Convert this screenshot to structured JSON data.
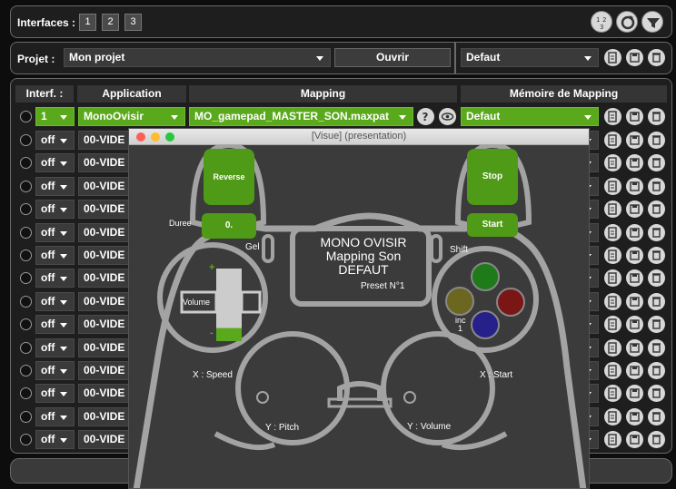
{
  "interfaces": {
    "label": "Interfaces :",
    "buttons": [
      "1",
      "2",
      "3"
    ]
  },
  "projet": {
    "label": "Projet :",
    "value": "Mon projet",
    "open_label": "Ouvrir",
    "preset": "Defaut"
  },
  "table": {
    "headers": {
      "interf": "Interf. :",
      "application": "Application",
      "mapping": "Mapping",
      "memoire": "Mémoire de Mapping"
    },
    "first_row": {
      "interf": "1",
      "application": "MonoOvisir",
      "mapping": "MO_gamepad_MASTER_SON.maxpat",
      "memoire": "Defaut"
    },
    "rows": [
      {
        "interf": "off",
        "application": "00-VIDE"
      },
      {
        "interf": "off",
        "application": "00-VIDE"
      },
      {
        "interf": "off",
        "application": "00-VIDE"
      },
      {
        "interf": "off",
        "application": "00-VIDE"
      },
      {
        "interf": "off",
        "application": "00-VIDE"
      },
      {
        "interf": "off",
        "application": "00-VIDE"
      },
      {
        "interf": "off",
        "application": "00-VIDE"
      },
      {
        "interf": "off",
        "application": "00-VIDE"
      },
      {
        "interf": "off",
        "application": "00-VIDE"
      },
      {
        "interf": "off",
        "application": "00-VIDE"
      },
      {
        "interf": "off",
        "application": "00-VIDE"
      },
      {
        "interf": "off",
        "application": "00-VIDE"
      },
      {
        "interf": "off",
        "application": "00-VIDE"
      },
      {
        "interf": "off",
        "application": "00-VIDE"
      }
    ]
  },
  "visue": {
    "title": "[Visue] (presentation)",
    "reverse": "Reverse",
    "stop": "Stop",
    "start": "Start",
    "duree": "Duree",
    "duree_value": "0.",
    "gel": "Gel",
    "shift": "Shift",
    "display_line1": "MONO OVISIR",
    "display_line2": "Mapping Son",
    "display_line3": "DEFAUT",
    "preset": "Preset N°1",
    "volume": "Volume",
    "plus": "+",
    "minus": "-",
    "inc_line1": "inc",
    "inc_line2": "1",
    "x_speed": "X : Speed",
    "x_start": "X : Start",
    "y_pitch": "Y : Pitch",
    "y_volume": "Y : Volume",
    "volume_level": 0.18
  },
  "colors": {
    "accent_green": "#5aa81c",
    "btn_green": "#4f9a16",
    "btn_top": "#1f7a1a",
    "btn_red": "#7a1616",
    "btn_blue": "#26208a",
    "btn_olive": "#6b6620"
  }
}
